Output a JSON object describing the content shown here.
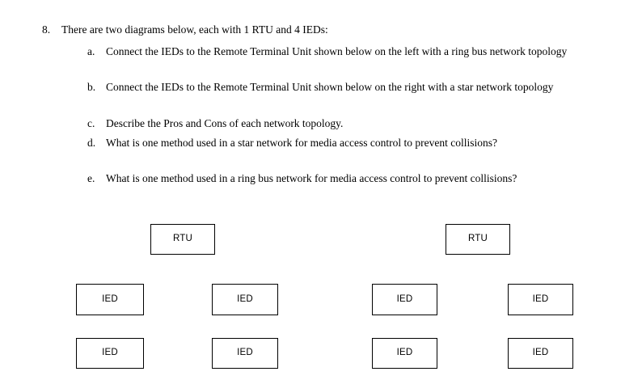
{
  "document": {
    "background_color": "#ffffff",
    "text_color": "#000000",
    "border_color": "#000000"
  },
  "question": {
    "number": "8.",
    "prompt": "There are two diagrams below, each with 1 RTU and 4 IEDs:",
    "subitems": [
      {
        "marker": "a.",
        "text": "Connect the IEDs to the Remote Terminal Unit shown below on the left with a ring bus network topology"
      },
      {
        "marker": "b.",
        "text": "Connect the IEDs to the Remote Terminal Unit shown below on the right with a star network topology"
      },
      {
        "marker": "c.",
        "text": "Describe the Pros and Cons of each network topology."
      },
      {
        "marker": "d.",
        "text": "What is one method used in a star network for media access control to prevent collisions?"
      },
      {
        "marker": "e.",
        "text": "What is one method used in a ring bus network for media access control to prevent collisions?"
      }
    ]
  },
  "diagrams": {
    "left_diagram": {
      "name": "ring-bus-diagram",
      "rtu_label": "RTU",
      "ied_labels": [
        "IED",
        "IED",
        "IED",
        "IED"
      ]
    },
    "right_diagram": {
      "name": "star-diagram",
      "rtu_label": "RTU",
      "ied_labels": [
        "IED",
        "IED",
        "IED",
        "IED"
      ]
    }
  }
}
